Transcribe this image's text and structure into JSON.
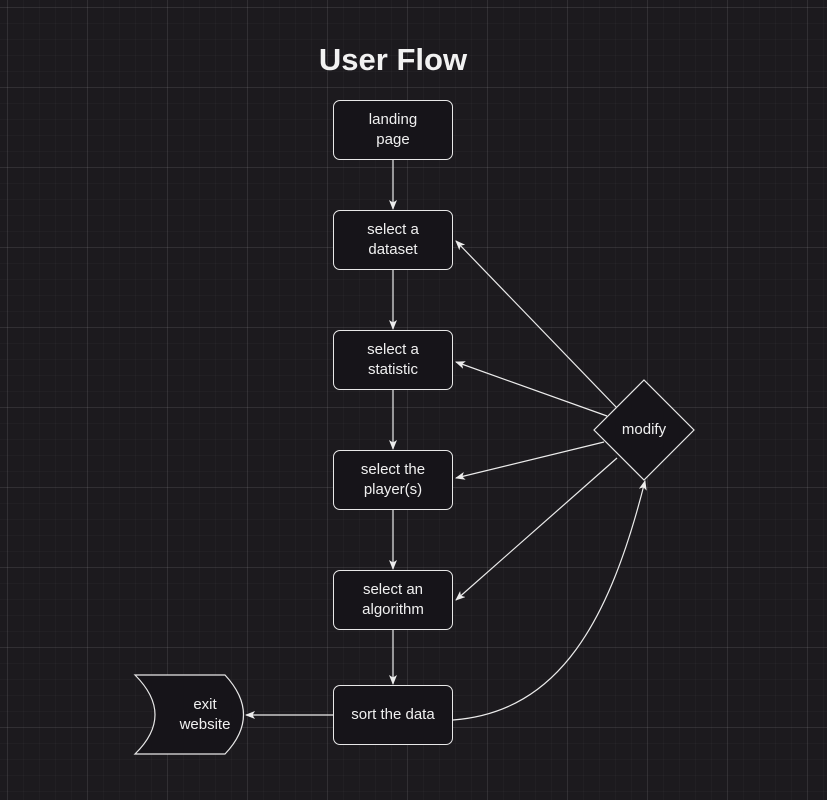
{
  "diagram": {
    "title": "User Flow",
    "nodes": {
      "landing": {
        "line1": "landing",
        "line2": "page"
      },
      "dataset": {
        "line1": "select a",
        "line2": "dataset"
      },
      "statistic": {
        "line1": "select a",
        "line2": "statistic"
      },
      "players": {
        "line1": "select the",
        "line2": "player(s)"
      },
      "algorithm": {
        "line1": "select an",
        "line2": "algorithm"
      },
      "sort": {
        "label": "sort the data"
      },
      "exit": {
        "line1": "exit",
        "line2": "website"
      },
      "modify": {
        "label": "modify"
      }
    }
  }
}
